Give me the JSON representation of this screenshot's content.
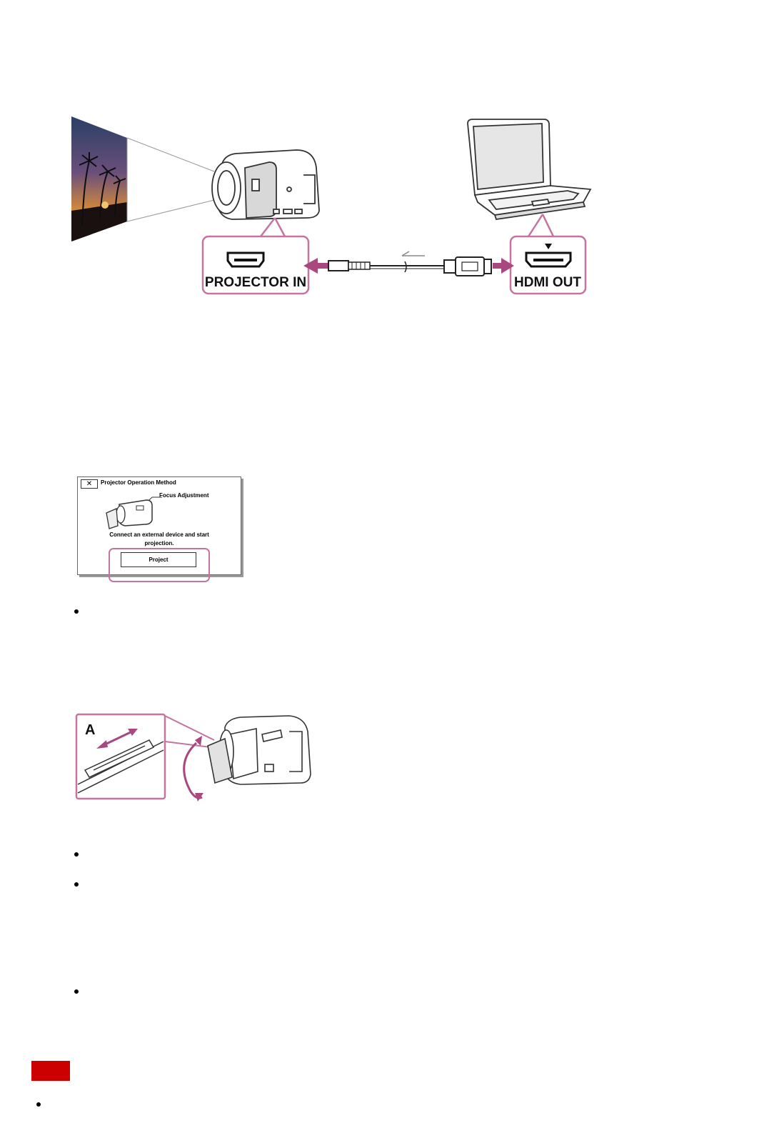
{
  "figure1": {
    "projector_in_label": "PROJECTOR IN",
    "hdmi_out_label": "HDMI OUT"
  },
  "figure2": {
    "title": "Projector Operation Method",
    "focus_label": "Focus Adjustment",
    "message_line1": "Connect an external device and start",
    "message_line2": "projection.",
    "button_label": "Project",
    "close_glyph": "✕"
  },
  "figure3": {
    "callout_label": "A"
  },
  "colors": {
    "accent_pink": "#c5739f",
    "arrow_magenta": "#a9477f",
    "note_red": "#cc0000"
  },
  "icons": [
    "close-icon",
    "camcorder-icon",
    "laptop-icon",
    "hdmi-port-icon",
    "hdmi-cable-icon",
    "arrow-icon"
  ]
}
